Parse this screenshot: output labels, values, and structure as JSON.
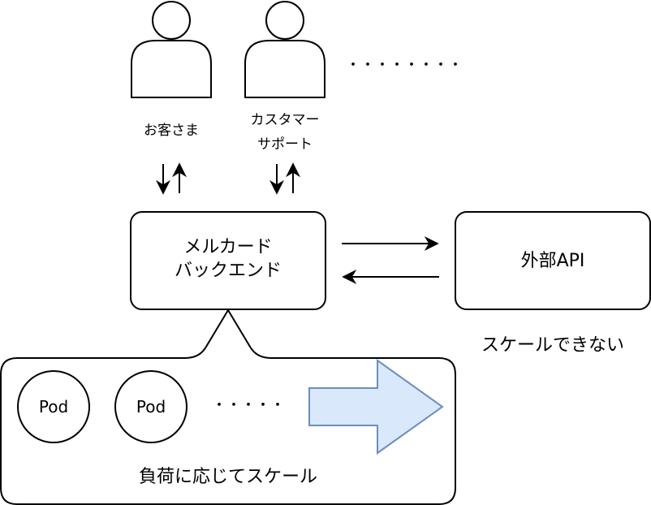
{
  "actors": {
    "customer_label": "お客さま",
    "support_label_line1": "カスタマー",
    "support_label_line2": "サポート",
    "more_indicator": "・・・・・・・・"
  },
  "backend": {
    "line1": "メルカード",
    "line2": "バックエンド"
  },
  "external": {
    "label": "外部API",
    "note": "スケールできない"
  },
  "pods": {
    "pod1": "Pod",
    "pod2": "Pod",
    "more_indicator": "・・・・・",
    "caption": "負荷に応じてスケール"
  },
  "colors": {
    "stroke": "#000000",
    "scale_arrow_fill": "#dae8fc",
    "scale_arrow_stroke": "#6c8ebf"
  }
}
